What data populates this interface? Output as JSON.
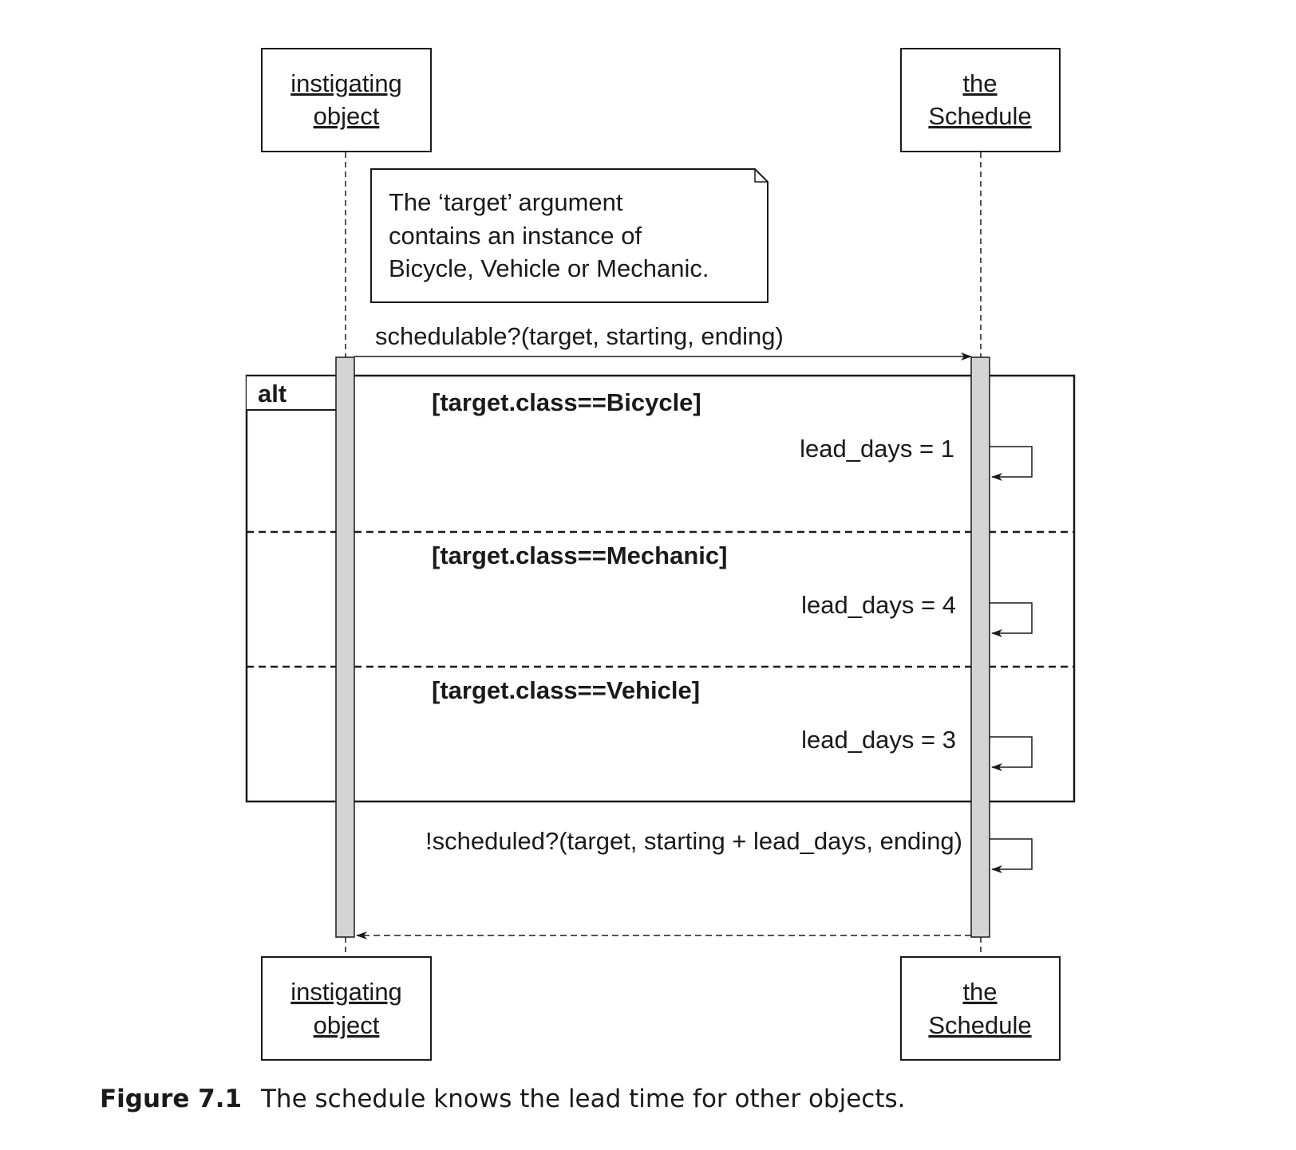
{
  "figure": {
    "number": "Figure 7.1",
    "caption": "The schedule knows the lead time for other objects."
  },
  "participants": [
    {
      "line1": "instigating",
      "line2": "object"
    },
    {
      "line1": "the",
      "line2": "Schedule"
    }
  ],
  "note": {
    "lines": [
      "The ‘target’ argument",
      "contains an instance of",
      "Bicycle, Vehicle or Mechanic."
    ]
  },
  "messages": {
    "call": "schedulable?(target, starting, ending)",
    "final_self": "!scheduled?(target, starting + lead_days, ending)"
  },
  "alt_fragment": {
    "label": "alt",
    "operands": [
      {
        "guard": "[target.class==Bicycle]",
        "message": "lead_days = 1"
      },
      {
        "guard": "[target.class==Mechanic]",
        "message": "lead_days = 4"
      },
      {
        "guard": "[target.class==Vehicle]",
        "message": "lead_days = 3"
      }
    ]
  }
}
